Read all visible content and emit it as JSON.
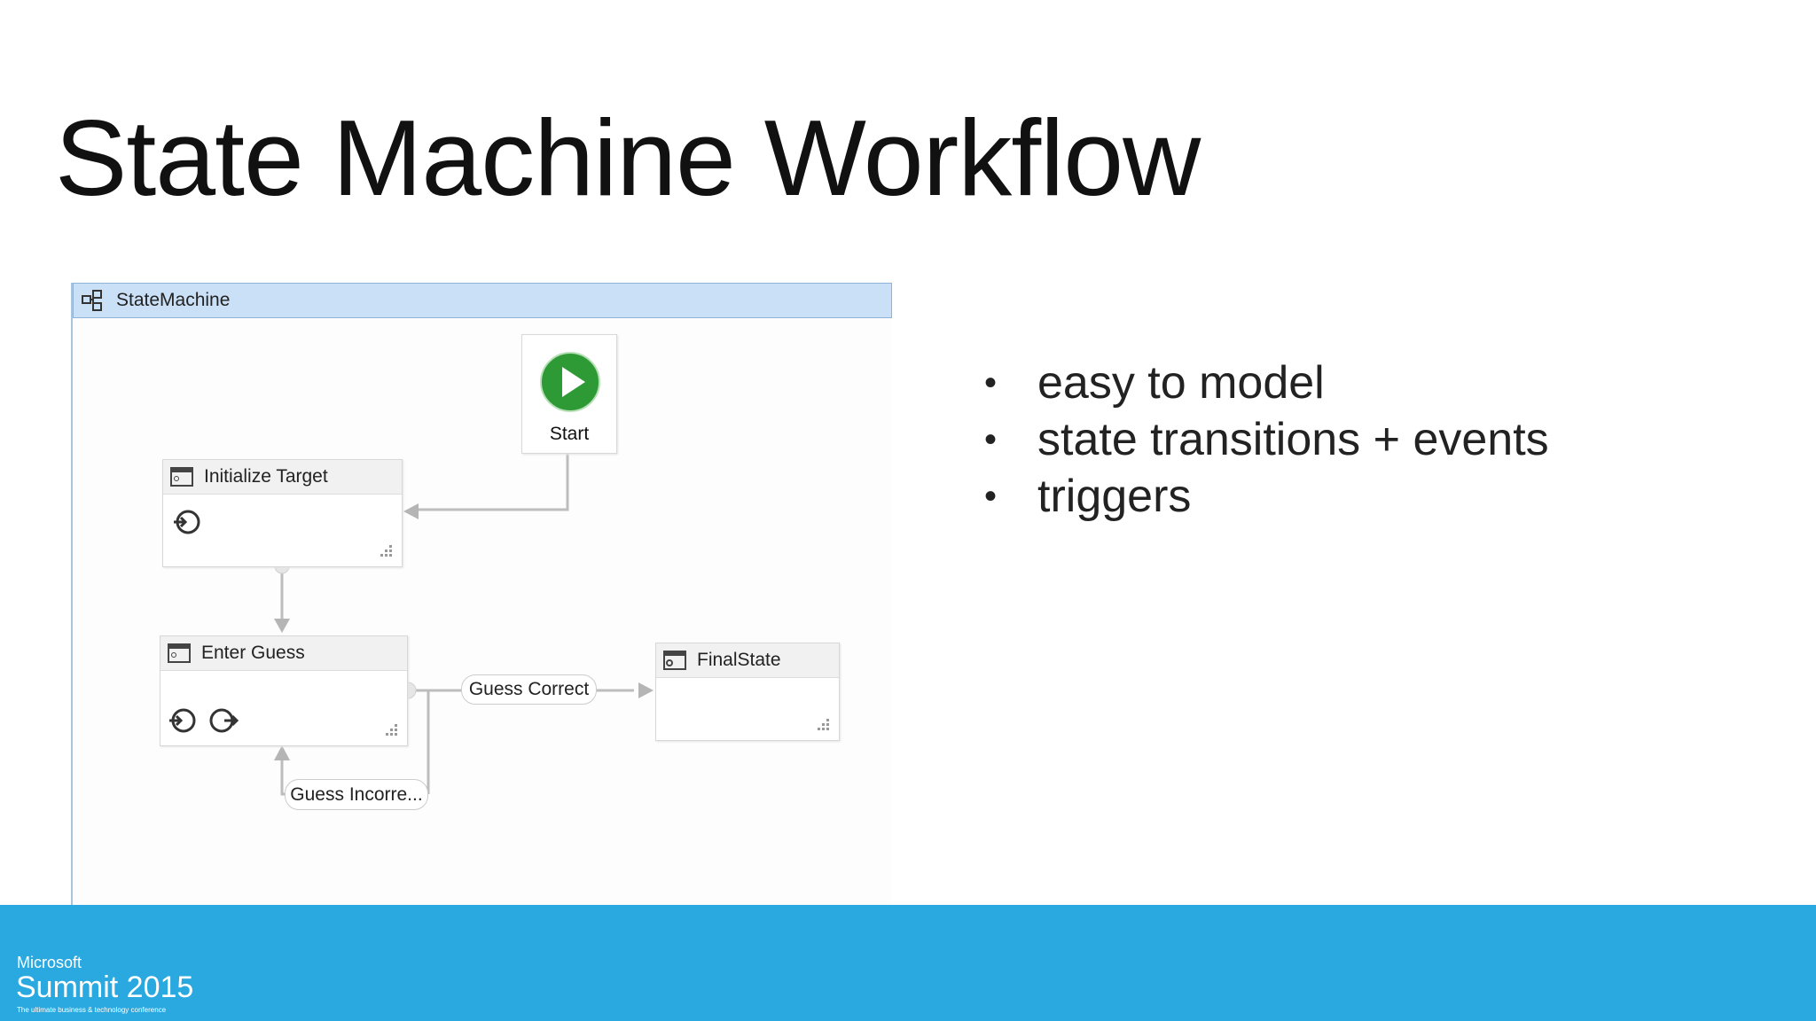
{
  "slide": {
    "title": "State Machine Workflow"
  },
  "designer": {
    "header": "StateMachine",
    "start_label": "Start",
    "states": [
      {
        "name": "Initialize Target"
      },
      {
        "name": "Enter Guess"
      },
      {
        "name": "FinalState"
      }
    ],
    "transitions": [
      {
        "label": "Guess Correct"
      },
      {
        "label": "Guess Incorre..."
      }
    ]
  },
  "bullets": [
    "easy to model",
    "state transitions + events",
    "triggers"
  ],
  "footer": {
    "brand": "Microsoft",
    "event": "Summit 2015",
    "tagline": "The ultimate business & technology conference",
    "color": "#29a9e0"
  }
}
